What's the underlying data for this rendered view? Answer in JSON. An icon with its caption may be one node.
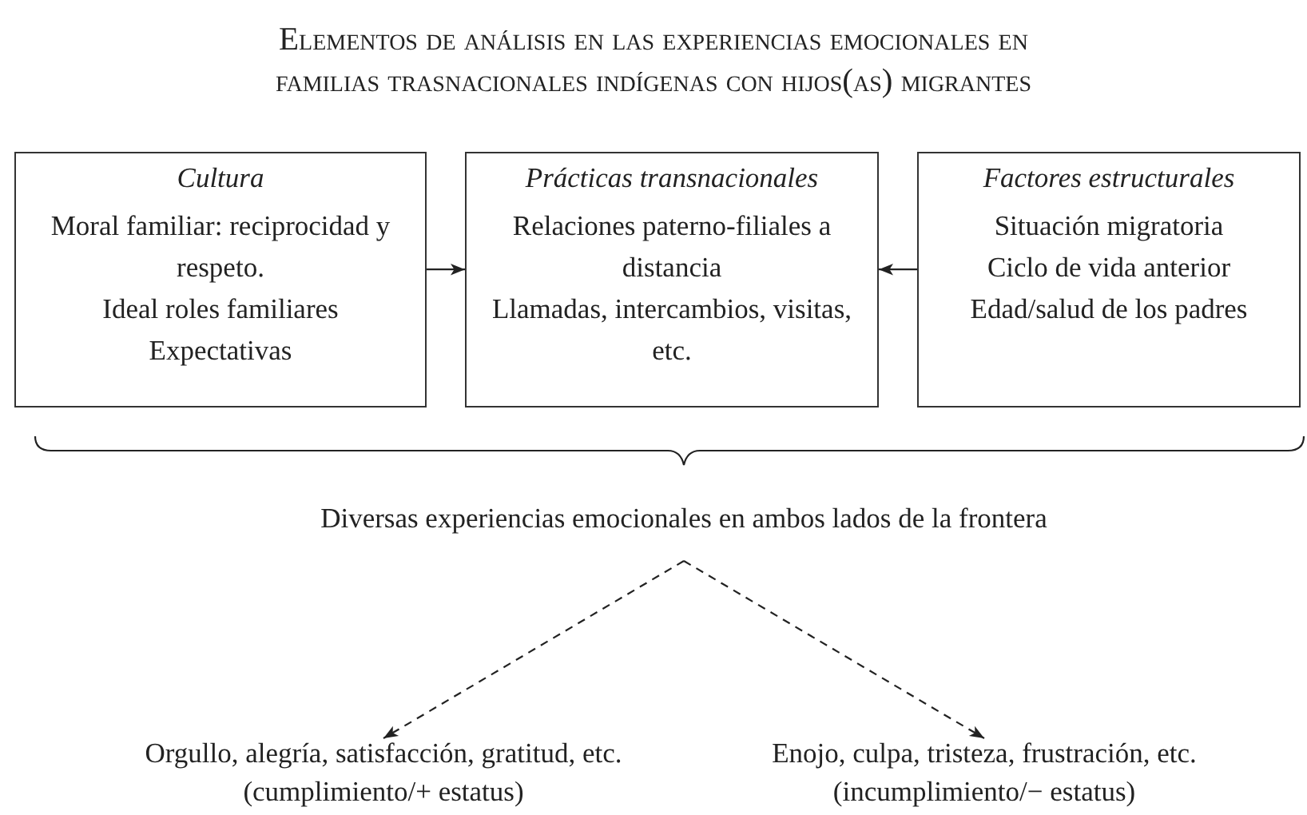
{
  "diagram": {
    "title": "Elementos de análisis en las experiencias emocionales en familias trasnacionales indígenas con hijos(as) migrantes",
    "nodes": [
      {
        "text": [
          "Cultura",
          "Moral familiar: reciprocidad y respeto.",
          "Ideal roles familiares",
          "Expectativas"
        ]
      },
      {
        "text": [
          "Prácticas transnacionales",
          "Relaciones paterno-filiales a distancia",
          "Llamadas, intercambios, visitas, etc."
        ]
      },
      {
        "text": [
          "Factores estructurales",
          "Situación migratoria",
          "Ciclo de vida anterior",
          "Edad/salud de los padres"
        ]
      },
      {
        "text": [
          "Diversas experiencias emocionales en ambos lados de la frontera"
        ]
      },
      {
        "text": [
          "Orgullo, alegría, satisfacción, gratitud, etc.",
          "(cumplimiento/+ estatus)"
        ]
      },
      {
        "text": [
          "Enojo, culpa, tristeza, frustración, etc.",
          "(incumplimiento/− estatus)"
        ]
      }
    ],
    "edges": [
      {
        "from": 0,
        "to": 1,
        "arrow": "to"
      },
      {
        "from": 2,
        "to": 1,
        "arrow": "to"
      },
      {
        "from": 3,
        "to": 4,
        "arrow": "to",
        "style": "dashed"
      },
      {
        "from": 3,
        "to": 5,
        "arrow": "to",
        "style": "dashed"
      }
    ]
  }
}
